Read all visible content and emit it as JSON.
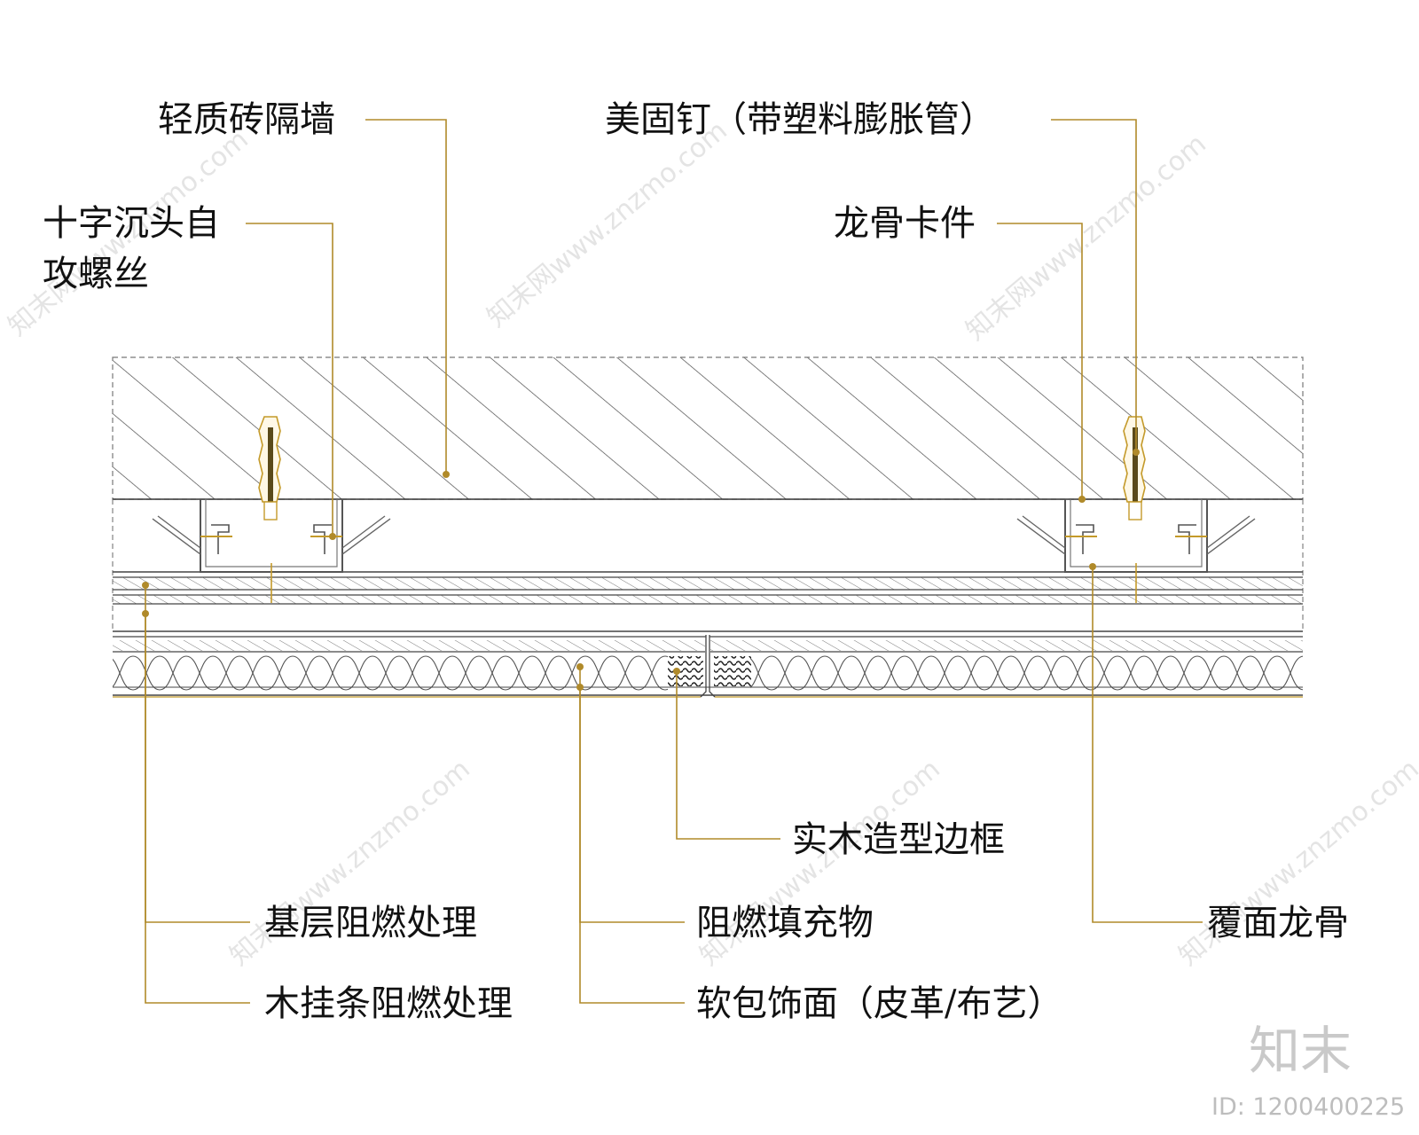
{
  "labels": {
    "light_brick_wall": "轻质砖隔墙",
    "cross_screw_line1": "十字沉头自",
    "cross_screw_line2": "攻螺丝",
    "anchor_nail": "美固钉（带塑料膨胀管）",
    "keel_clip": "龙骨卡件",
    "solid_wood_frame": "实木造型边框",
    "base_fire_treatment": "基层阻燃处理",
    "fire_filler": "阻燃填充物",
    "cover_keel": "覆面龙骨",
    "wood_strip_fire_treatment": "木挂条阻燃处理",
    "soft_pack_finish": "软包饰面（皮革/布艺）"
  },
  "watermark": {
    "logo": "知末",
    "id": "ID: 1200400225",
    "site": "知末网www.znzmo.com"
  },
  "colors": {
    "leader": "#b08a2a",
    "linework": "#3c3c3c",
    "hatch": "#555555",
    "gold": "#c49a2a"
  }
}
